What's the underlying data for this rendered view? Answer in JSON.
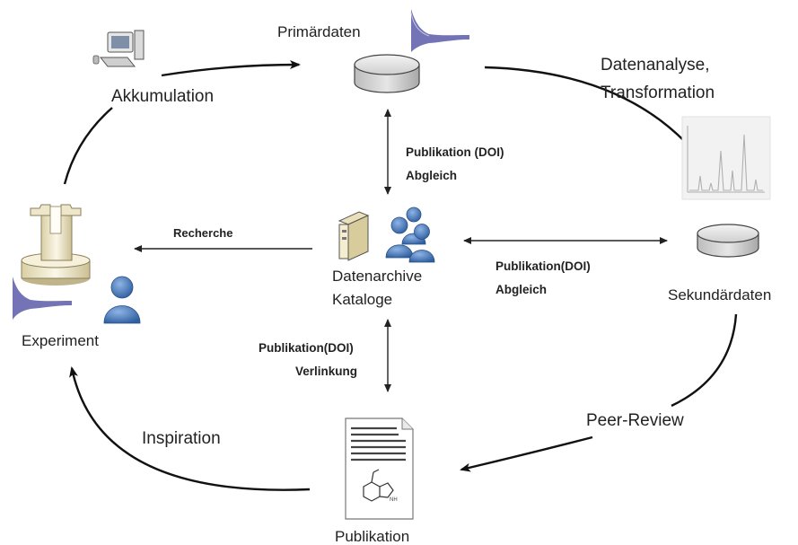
{
  "nodes": {
    "primary": "Primärdaten",
    "accumulation": "Akkumulation",
    "analysis_line1": "Datenanalyse,",
    "analysis_line2": "Transformation",
    "secondary": "Sekundärdaten",
    "experiment": "Experiment",
    "archive_line1": "Datenarchive",
    "archive_line2": "Kataloge",
    "publication": "Publikation",
    "inspiration": "Inspiration",
    "peer_review": "Peer-Review"
  },
  "links": {
    "top_line1": "Publikation (DOI)",
    "top_line2": "Abgleich",
    "right_line1": "Publikation(DOI)",
    "right_line2": "Abgleich",
    "bottom_line1": "Publikation(DOI)",
    "bottom_line2": "Verlinkung",
    "left": "Recherche"
  },
  "colors": {
    "spectrum": "#5a5aa8",
    "person": "#3d6fb4",
    "disk": "#d8d8d8",
    "instrument": "#f0ead2"
  },
  "icons": [
    "computer-icon",
    "database-icon",
    "spectrum-icon",
    "spectrum-graph-icon",
    "server-icon",
    "users-icon",
    "instrument-icon",
    "person-icon",
    "document-icon"
  ]
}
